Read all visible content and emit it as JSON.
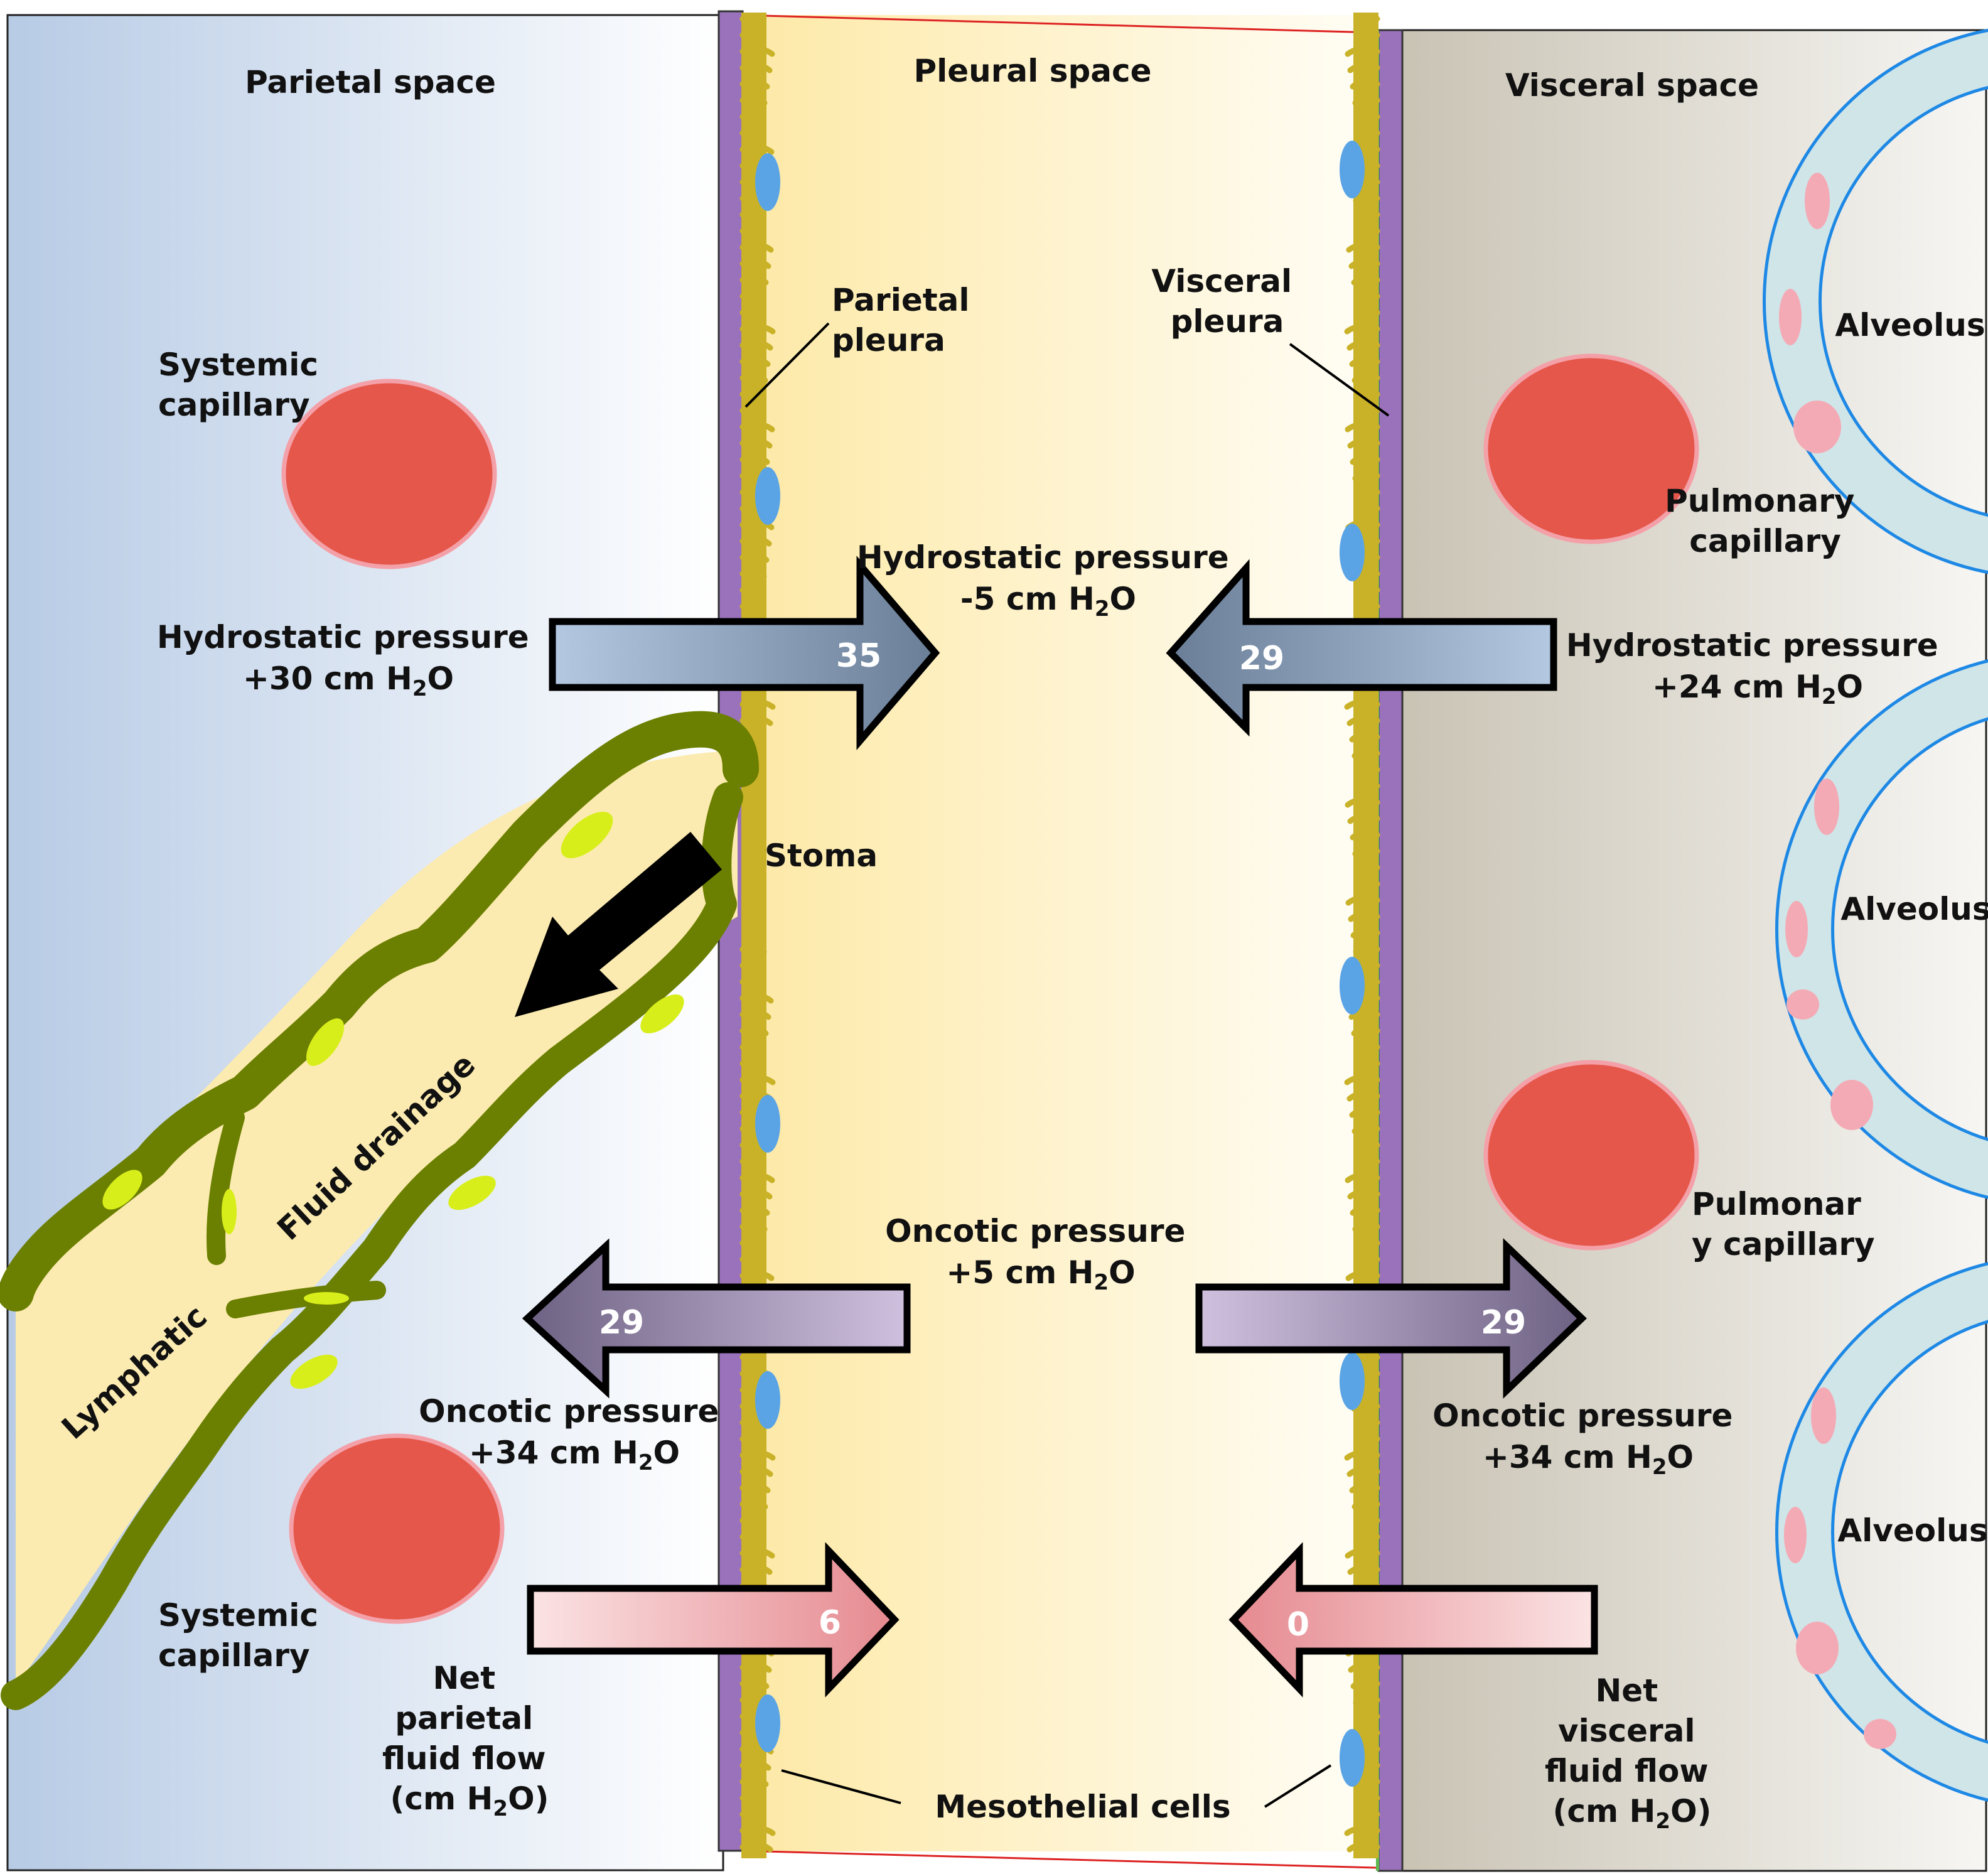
{
  "regions": {
    "parietal_space": "Parietal space",
    "pleural_space": "Pleural space",
    "visceral_space": "Visceral space"
  },
  "labels": {
    "parietal_pleura": [
      "Parietal",
      "pleura"
    ],
    "visceral_pleura": [
      "Visceral",
      "pleura"
    ],
    "systemic_capillary_top": [
      "Systemic",
      "capillary"
    ],
    "systemic_capillary_bottom": [
      "Systemic",
      "capillary"
    ],
    "pulmonary_capillary_top": [
      "Pulmonary",
      "capillary"
    ],
    "pulmonary_capillary_bottom": [
      "Pulmonar",
      "y capillary"
    ],
    "alveolus_1": "Alveolus",
    "alveolus_2": "Alveolus",
    "alveolus_3": "Alveolus",
    "stoma": "Stoma",
    "fluid_drainage": "Fluid drainage",
    "lymphatic": "Lymphatic",
    "mesothelial_cells": "Mesothelial cells"
  },
  "pressures": {
    "parietal_hydrostatic": [
      "Hydrostatic pressure",
      "+30 cm H2O"
    ],
    "pleural_hydrostatic": [
      "Hydrostatic pressure",
      "-5 cm H2O"
    ],
    "visceral_hydrostatic": [
      "Hydrostatic pressure",
      "+24 cm H2O"
    ],
    "pleural_oncotic": [
      "Oncotic pressure",
      "+5 cm H2O"
    ],
    "parietal_oncotic": [
      "Oncotic pressure",
      "+34 cm H2O"
    ],
    "visceral_oncotic": [
      "Oncotic pressure",
      "+34 cm H2O"
    ],
    "net_parietal": [
      "Net",
      "parietal",
      "fluid flow",
      "(cm H2O)"
    ],
    "net_visceral": [
      "Net",
      "visceral",
      "fluid flow",
      "(cm H2O)"
    ]
  },
  "arrows": {
    "hydrostatic_parietal": 35,
    "hydrostatic_visceral": 29,
    "oncotic_parietal": 29,
    "oncotic_visceral": 29,
    "net_parietal": 6,
    "net_visceral": 0
  },
  "colors": {
    "capillary": "#e5574a",
    "capillary_rim": "#f4a0a8",
    "lymphatic_wall": "#6b7f00",
    "lymphatic_cell": "#d8ee1a",
    "lymphatic_lumen": "#fcebb0",
    "mesothelium": "#c9b227",
    "mesothelial_nucleus": "#5aa4e6",
    "membrane": "#9a72bb",
    "alveolus_ring": "#cfe5e8",
    "alveolus_border": "#1e88e5",
    "alveolus_cell": "#f4aab5"
  }
}
